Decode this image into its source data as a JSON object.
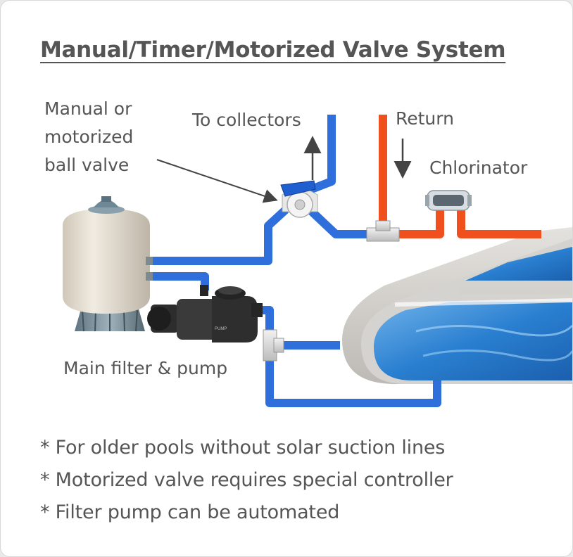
{
  "title": "Manual/Timer/Motorized Valve System",
  "labels": {
    "valve": [
      "Manual or",
      "motorized",
      "ball valve"
    ],
    "collectors": "To collectors",
    "return": "Return",
    "chlorinator": "Chlorinator",
    "filter_pump": "Main filter & pump"
  },
  "notes": [
    "* For older pools without solar suction lines",
    "* Motorized valve requires special controller",
    "* Filter pump can be automated"
  ],
  "colors": {
    "supply_pipe": "#2f6fdc",
    "return_pipe": "#f0501e",
    "text": "#555555",
    "pool_water": "#2a7fd0"
  },
  "icons": [
    "sand-filter-icon",
    "pump-icon",
    "ball-valve-icon",
    "chlorinator-icon",
    "tee-fitting-icon",
    "pool-icon"
  ]
}
